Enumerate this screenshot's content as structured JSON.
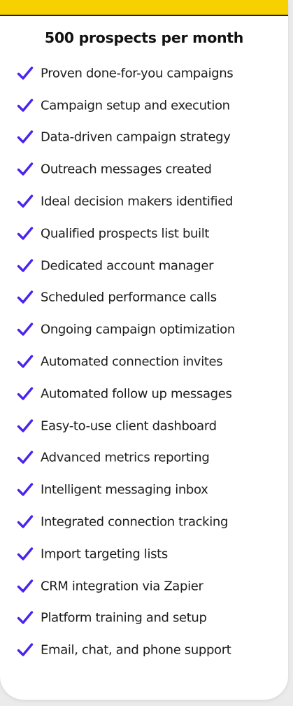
{
  "colors": {
    "accent_yellow": "#f7d000",
    "check_purple": "#4b23f0",
    "text": "#1b1b1b"
  },
  "plan": {
    "title": "500 prospects per month",
    "check_icon": "checkmark-icon",
    "features": [
      "Proven done-for-you campaigns",
      "Campaign setup and execution",
      "Data-driven campaign strategy",
      "Outreach messages created",
      "Ideal decision makers identified",
      "Qualified prospects list built",
      "Dedicated account manager",
      "Scheduled performance calls",
      "Ongoing campaign optimization",
      "Automated connection invites",
      "Automated follow up messages",
      "Easy-to-use client dashboard",
      "Advanced metrics reporting",
      "Intelligent messaging inbox",
      "Integrated connection tracking",
      "Import targeting lists",
      "CRM integration via Zapier",
      "Platform training and setup",
      "Email, chat, and phone support"
    ]
  }
}
